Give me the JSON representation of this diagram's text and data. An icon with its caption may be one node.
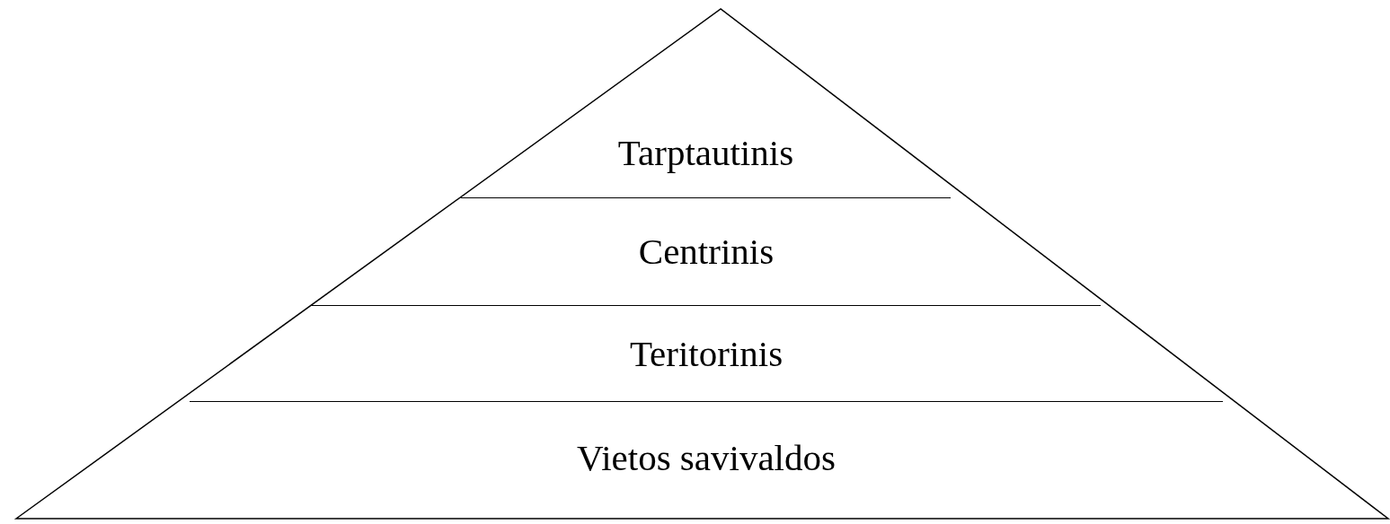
{
  "diagram": {
    "nodes": [
      {
        "text": [],
        "shape": "triangle"
      },
      {
        "text": [
          "Tarptautinis"
        ],
        "in": 0
      },
      {
        "text": [
          "Centrinis"
        ],
        "in": 0
      },
      {
        "text": [
          "Teritorinis"
        ],
        "in": 0
      },
      {
        "text": [
          "Vietos savivaldos"
        ],
        "in": 0
      }
    ]
  }
}
